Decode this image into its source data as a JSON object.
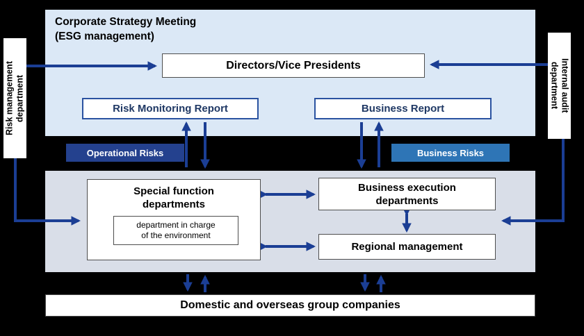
{
  "diagram": {
    "top_panel": {
      "title_line1": "Corporate Strategy Meeting",
      "title_line2": "(ESG management)",
      "directors": "Directors/Vice Presidents",
      "risk_monitoring_report": "Risk Monitoring Report",
      "business_report": "Business Report"
    },
    "labels": {
      "operational_risks": "Operational Risks",
      "business_risks": "Business Risks"
    },
    "middle_panel": {
      "special_function_line1": "Special function",
      "special_function_line2": "departments",
      "environment_line1": "department in charge",
      "environment_line2": "of the environment",
      "business_execution_line1": "Business execution",
      "business_execution_line2": "departments",
      "regional_management": "Regional management"
    },
    "bottom_box": "Domestic and overseas group companies",
    "side_left": "Risk management department",
    "side_right": "Internal audit department",
    "colors": {
      "arrow": "#1b3e94",
      "top_panel_bg": "#dbe8f6",
      "middle_panel_bg": "#d9dee8",
      "operational_risks_bg": "#24418e",
      "business_risks_bg": "#2e75b6",
      "report_border": "#2a52a0",
      "report_text": "#1f3864"
    }
  }
}
